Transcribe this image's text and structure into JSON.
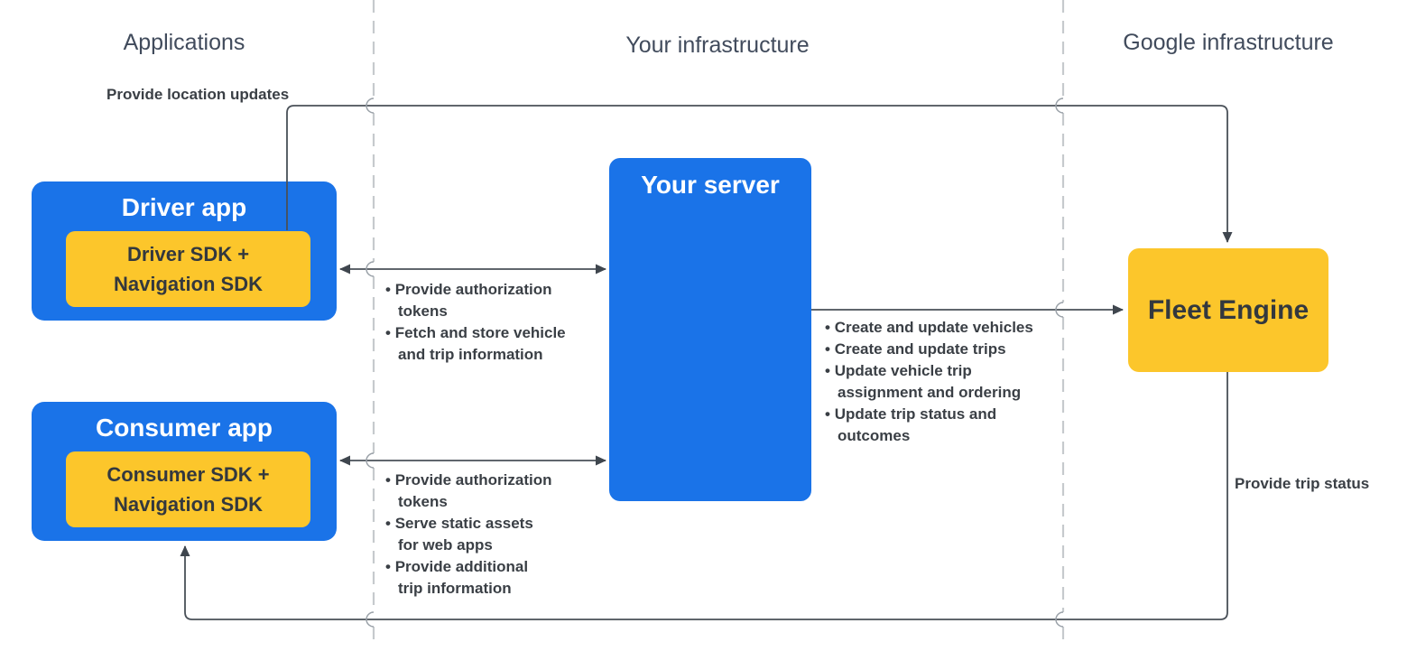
{
  "columns": {
    "applications": "Applications",
    "your_infrastructure": "Your infrastructure",
    "google_infrastructure": "Google infrastructure"
  },
  "nodes": {
    "driver_app": {
      "title": "Driver app",
      "sdk_lines": [
        "Driver SDK +",
        "Navigation SDK"
      ]
    },
    "consumer_app": {
      "title": "Consumer app",
      "sdk_lines": [
        "Consumer SDK +",
        "Navigation SDK"
      ]
    },
    "your_server": {
      "title": "Your server"
    },
    "fleet_engine": {
      "title": "Fleet Engine"
    }
  },
  "edge_labels": {
    "location_updates": "Provide location updates",
    "trip_status": "Provide trip status"
  },
  "edge_lists": {
    "driver_server": [
      [
        "Provide authorization",
        "tokens"
      ],
      [
        "Fetch and store vehicle",
        "and trip information"
      ]
    ],
    "consumer_server": [
      [
        "Provide authorization",
        "tokens"
      ],
      [
        "Serve static assets",
        "for web apps"
      ],
      [
        "Provide additional",
        "trip information"
      ]
    ],
    "server_fleet": [
      [
        "Create and update vehicles"
      ],
      [
        "Create and update trips"
      ],
      [
        "Update vehicle trip",
        "assignment and ordering"
      ],
      [
        "Update trip status and",
        "outcomes"
      ]
    ]
  },
  "colors": {
    "box_blue": "#1A73E8",
    "box_yellow": "#FCC62B",
    "connector": "#495058",
    "dashed_divider": "#C6CACD",
    "hop_arc": "#9AA1A8",
    "text_dark": "#3A3F45",
    "header_text": "#414B5C"
  }
}
